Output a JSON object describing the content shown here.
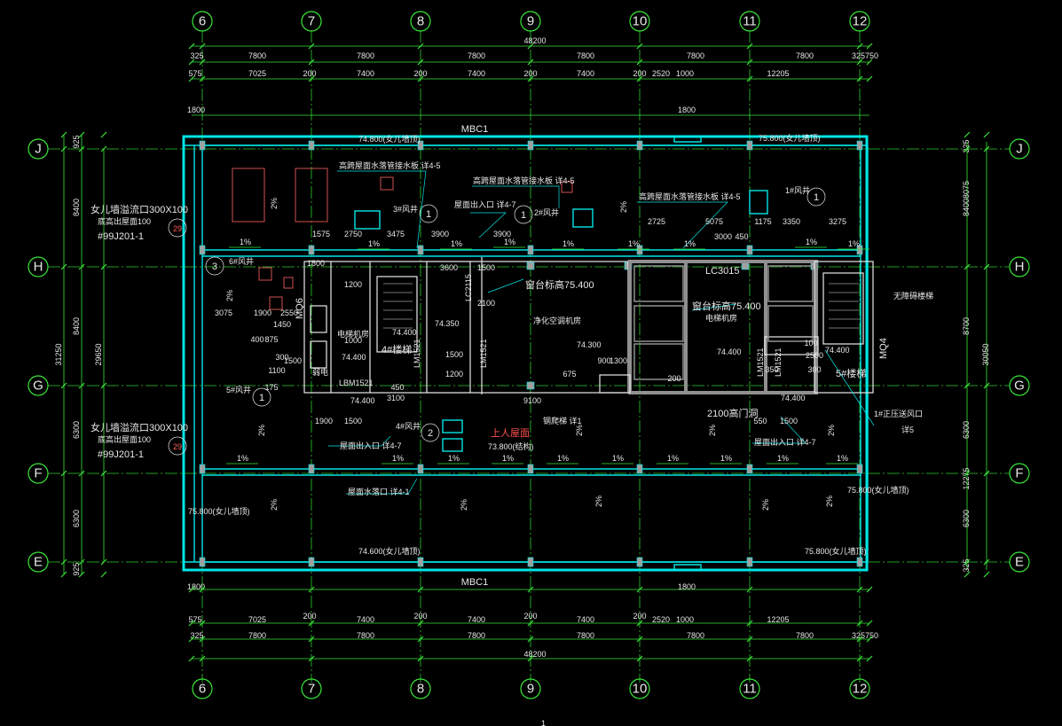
{
  "axes": {
    "columns": [
      {
        "label": "6"
      },
      {
        "label": "7"
      },
      {
        "label": "8"
      },
      {
        "label": "9"
      },
      {
        "label": "10"
      },
      {
        "label": "11"
      },
      {
        "label": "12"
      }
    ],
    "rows": [
      {
        "label": "J"
      },
      {
        "label": "H"
      },
      {
        "label": "G"
      },
      {
        "label": "F"
      },
      {
        "label": "E"
      }
    ]
  },
  "dimensions": {
    "top_total": "48200",
    "top_row1": [
      "325",
      "7800",
      "7800",
      "7800",
      "7800",
      "7800",
      "7800",
      "325750"
    ],
    "top_row2": [
      "575",
      "7025",
      "200",
      "7400",
      "200",
      "7400",
      "200",
      "7400",
      "200",
      "2520",
      "1000",
      "12205"
    ],
    "top_small": [
      "1800",
      "1800"
    ],
    "bottom_total": "48200",
    "bottom_row1": [
      "325",
      "7800",
      "7800",
      "7800",
      "7800",
      "7800",
      "7800",
      "325750"
    ],
    "bottom_row2": [
      "575",
      "7025",
      "200",
      "7400",
      "200",
      "7400",
      "200",
      "7400",
      "200",
      "2520",
      "1000",
      "12205"
    ],
    "bottom_small": [
      "1800",
      "1800"
    ],
    "left_outer": "31250",
    "left_mid": "29650",
    "left_segments": [
      "925",
      "8400",
      "8400",
      "6300",
      "6300",
      "925"
    ],
    "right_outer": "30050",
    "right_segments": [
      "325",
      "8075",
      "8400",
      "8700",
      "6300",
      "12275",
      "6300",
      "325"
    ],
    "interior": [
      "1575",
      "2750",
      "3475",
      "3900",
      "3900",
      "2725",
      "5075",
      "3000",
      "450",
      "1175",
      "3350",
      "3275",
      "3600",
      "3075",
      "1900",
      "3100",
      "9100",
      "1900",
      "1500",
      "2500",
      "550",
      "1500",
      "900",
      "1300",
      "675",
      "1200",
      "1500",
      "300",
      "200",
      "1000",
      "1200",
      "1800",
      "450",
      "400",
      "875",
      "300",
      "175",
      "2550",
      "1450",
      "1500",
      "2100",
      "1500",
      "1100",
      "350",
      "100"
    ]
  },
  "labels": {
    "mbc_top": "MBC1",
    "mbc_bottom": "MBC1",
    "elev_top_left": "74.800(女儿墙顶)",
    "elev_top_right": "75.800(女儿墙顶)",
    "elev_bottom_left": "74.600(女儿墙顶)",
    "elev_bottom_right": "75.800(女儿墙顶)",
    "elev_left_mid": "75.800(女儿墙顶)",
    "elev_right_mid": "75.800(女儿墙顶)",
    "drain_note_1": "高跨屋面水落管接水板 详4-5",
    "drain_note_2": "高跨屋面水落管接水板 详4-5",
    "drain_note_3": "高跨屋面水落管接水板 详4-5",
    "roof_entry_1": "屋面出入口 详4-7",
    "roof_entry_2": "屋面出入口 详4-7",
    "roof_entry_3": "屋面出入口 详4-7",
    "roof_drain_1": "屋面水落口 详4-1",
    "overflow_top_1": "女儿墙溢流口300X100",
    "overflow_top_2": "底高出屋面100",
    "overflow_top_3": "#99J201-1",
    "overflow_top_num": "29",
    "overflow_bottom_1": "女儿墙溢流口300X100",
    "overflow_bottom_2": "底高出屋面100",
    "overflow_bottom_3": "#99J201-1",
    "overflow_bottom_num": "29",
    "shaft_3": "3#风井",
    "shaft_2": "2#风井",
    "shaft_1": "1#风井",
    "shaft_6": "6#风井",
    "shaft_5": "5#风井",
    "shaft_4": "4#风井",
    "stair_4": "4#楼梯",
    "stair_5": "5#楼梯",
    "no_barrier_stair": "无障碍楼梯",
    "elevator_room": "电梯机房",
    "elevator_room_2": "电梯机房",
    "ac_room": "净化空调机房",
    "sill_1": "窗台标高75.400",
    "sill_2": "窗台标高75.400",
    "lc3015": "LC3015",
    "lc2115": "LC2115",
    "lbm1521": "LBM1521",
    "lm1521": "LM1521",
    "lm1521_b": "LM1521",
    "lm1521_c": "LM1521",
    "lm1521_d": "LM1521",
    "mq6": "MQ6",
    "mq4": "MQ4",
    "door_2100": "2100高门洞",
    "pressure_vent": "1#正压送风口",
    "pressure_vent_ref": "详5",
    "roof_walkway": "上人屋面",
    "roof_walkway_elev": "73.800(结构)",
    "fixed_ladder": "钢爬梯 详1",
    "elev_74400": "74.400",
    "elev_74350": "74.350",
    "elev_74300": "74.300",
    "weak_elec": "弱电",
    "slope_1pct": "1%",
    "slope_2pct": "2%",
    "callout_1": "1",
    "callout_2": "2",
    "callout_3": "3",
    "page_mark": "1"
  }
}
